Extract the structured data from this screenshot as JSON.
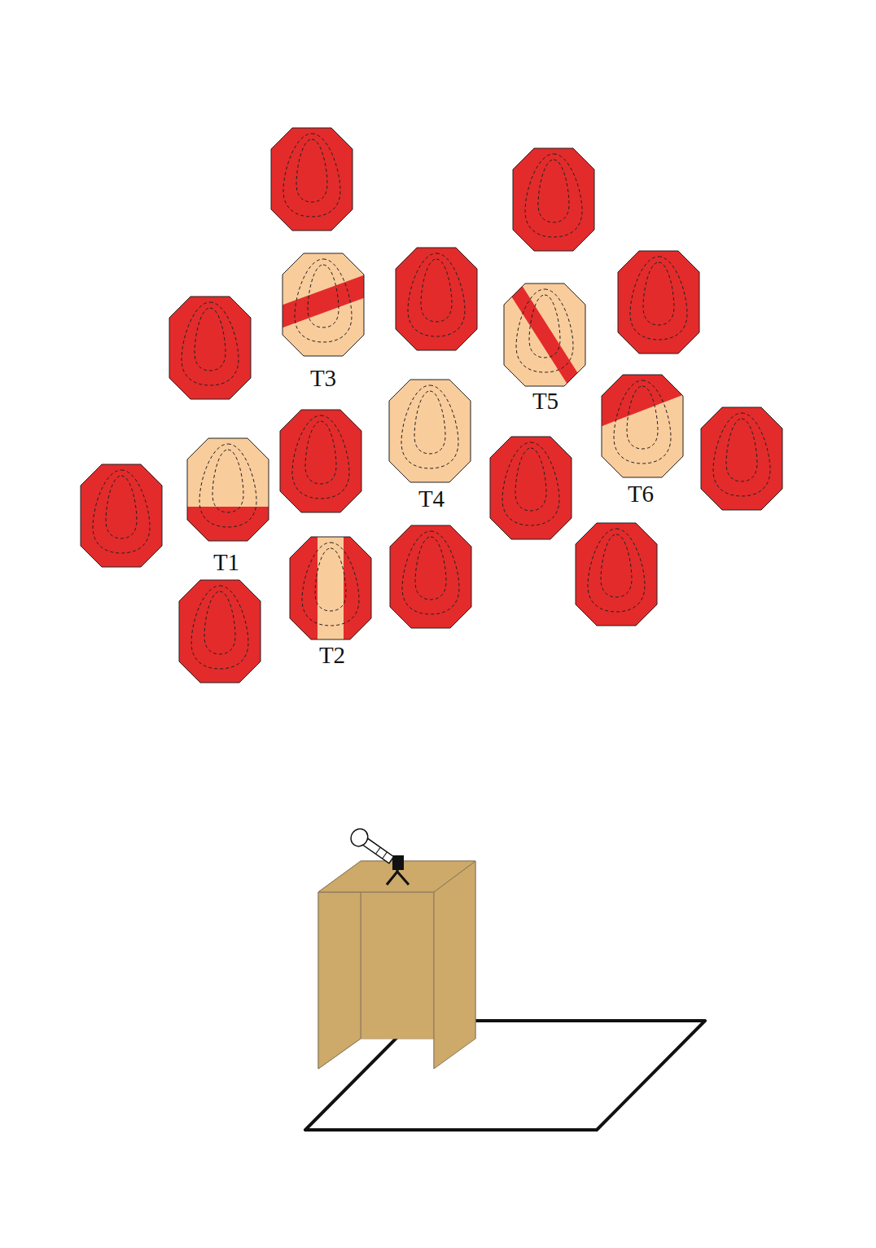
{
  "diagram": {
    "labels": [
      "T3",
      "T5",
      "T4",
      "T6",
      "T1",
      "T2"
    ]
  }
}
